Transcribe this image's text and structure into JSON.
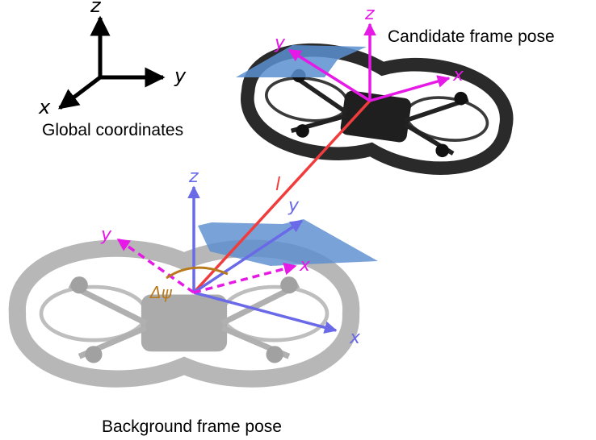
{
  "labels": {
    "global_coordinates": "Global coordinates",
    "candidate_frame_pose": "Candidate frame pose",
    "background_frame_pose": "Background frame pose",
    "distance": "l",
    "yaw_delta": "Δψ"
  },
  "axes": {
    "global": {
      "x": "x",
      "y": "y",
      "z": "z"
    },
    "candidate": {
      "x": "x",
      "y": "y",
      "z": "z"
    },
    "background_blue": {
      "x": "x",
      "y": "y",
      "z": "z"
    },
    "background_magenta": {
      "x": "x",
      "y": "y"
    }
  },
  "colors": {
    "magenta": "#e619e6",
    "blue": "#6a6ae8",
    "red": "#f03c3c",
    "plane": "#5b8fd0",
    "yaw_arc": "#b87a1c",
    "black": "#000000"
  },
  "icons": [
    "quadcopter-drone-icon"
  ]
}
